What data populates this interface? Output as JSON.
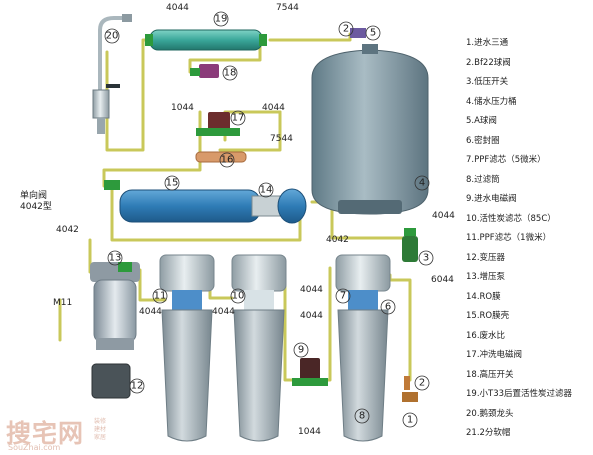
{
  "legend": [
    "1.进水三通",
    "2.Bf22球阀",
    "3.低压开关",
    "4.储水压力桶",
    "5.A球阀",
    "6.密封圈",
    "7.PPF滤芯（5微米）",
    "8.过滤筒",
    "9.进水电磁阀",
    "10.活性炭滤芯（85C）",
    "11.PPF滤芯（1微米）",
    "12.变压器",
    "13.增压泵",
    "14.RO膜",
    "15.RO膜壳",
    "16.废水比",
    "17.冲洗电磁阀",
    "18.高压开关",
    "19.小T33后置活性炭过滤器",
    "20.鹅颈龙头",
    "21.2分软帽"
  ],
  "parts": {
    "p1": "1",
    "p2a": "2",
    "p2b": "2",
    "p3": "3",
    "p4": "4",
    "p5": "5",
    "p6": "6",
    "p7": "7",
    "p8": "8",
    "p9": "9",
    "p10": "10",
    "p11": "11",
    "p12": "12",
    "p13": "13",
    "p14": "14",
    "p15": "15",
    "p16": "16",
    "p17": "17",
    "p18": "18",
    "p19": "19",
    "p20": "20"
  },
  "fittings": {
    "f4044_top": "4044",
    "f7544_top": "7544",
    "f1044_mid": "1044",
    "f4044_mid": "4044",
    "f7544_mid": "7544",
    "check_valve": "单向阀",
    "check_valve_code": "4042型",
    "f4042_left": "4042",
    "f4042_right": "4042",
    "f4044_r1": "4044",
    "f6044": "6044",
    "m11": "M11",
    "f4044_b1": "4044",
    "f4044_b2": "4044",
    "f4044_b3": "4044",
    "f4044_b4": "4044",
    "f1044_bot": "1044"
  },
  "watermark": {
    "main": "搜宅网",
    "site": "SouZhai.com",
    "side": "装修建材家居"
  },
  "colors": {
    "tank": "#7f9aa6",
    "pipe": "#c9c85a",
    "membrane": "#2e7fb9",
    "post_filter": "#3aa79a",
    "fitting": "#2d9a3c",
    "housing": "#9aa8b0"
  }
}
